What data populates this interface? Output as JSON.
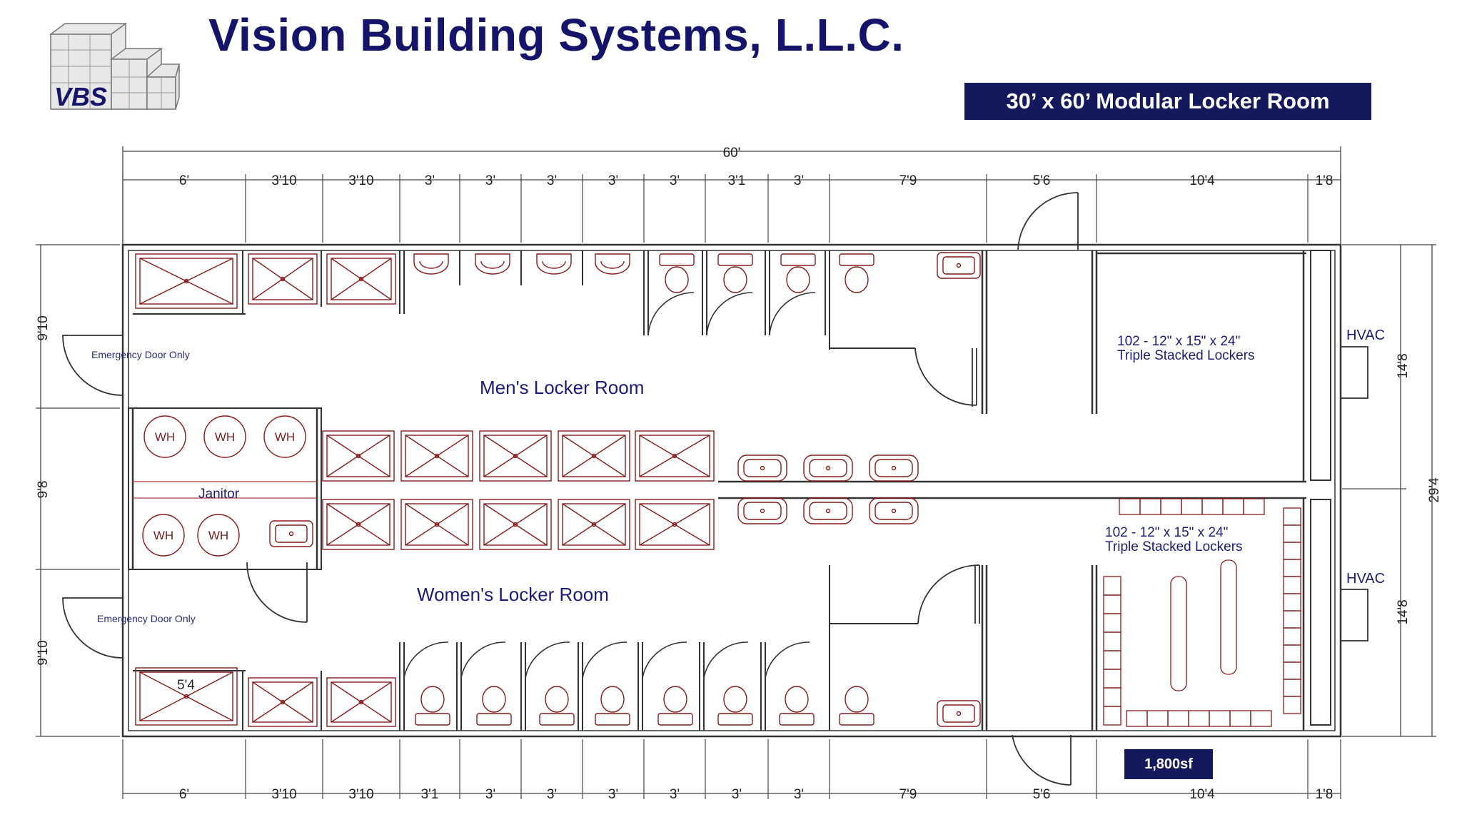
{
  "header": {
    "company": "Vision Building Systems, L.L.C.",
    "logo_text": "VBS",
    "subtitle": "30’ x 60’ Modular Locker Room"
  },
  "area_badge": "1,800sf",
  "overall_width": "60'",
  "top_dimensions": [
    "6'",
    "3'10",
    "3'10",
    "3'",
    "3'",
    "3'",
    "3'",
    "3'",
    "3'1",
    "3'",
    "7'9",
    "5'6",
    "10'4",
    "1'8"
  ],
  "bottom_dimensions": [
    "6'",
    "3'10",
    "3'10",
    "3'1",
    "3'",
    "3'",
    "3'",
    "3'",
    "3'",
    "3'",
    "7'9",
    "5'6",
    "10'4",
    "1'8"
  ],
  "left_dimensions": [
    "9'10",
    "9'8",
    "9'10"
  ],
  "right_dimensions": [
    "14'8",
    "14'8"
  ],
  "overall_depth": "29'4",
  "rooms": {
    "mens": "Men's Locker Room",
    "womens": "Women's Locker Room",
    "janitor": "Janitor"
  },
  "notes": {
    "emergency_top": "Emergency Door Only",
    "emergency_bottom": "Emergency Door Only",
    "shower_dim": "5'4"
  },
  "lockers": {
    "mens_line1": "102 - 12\" x 15\" x 24\"",
    "mens_line2": "Triple Stacked Lockers",
    "womens_line1": "102 - 12\" x 15\" x 24\"",
    "womens_line2": "Triple Stacked Lockers"
  },
  "hvac": [
    "HVAC",
    "HVAC"
  ],
  "water_heater_label": "WH",
  "colors": {
    "title": "#14146b",
    "badge_bg": "#14185c",
    "fixture": "#8a1a1a",
    "wall": "#333333"
  }
}
